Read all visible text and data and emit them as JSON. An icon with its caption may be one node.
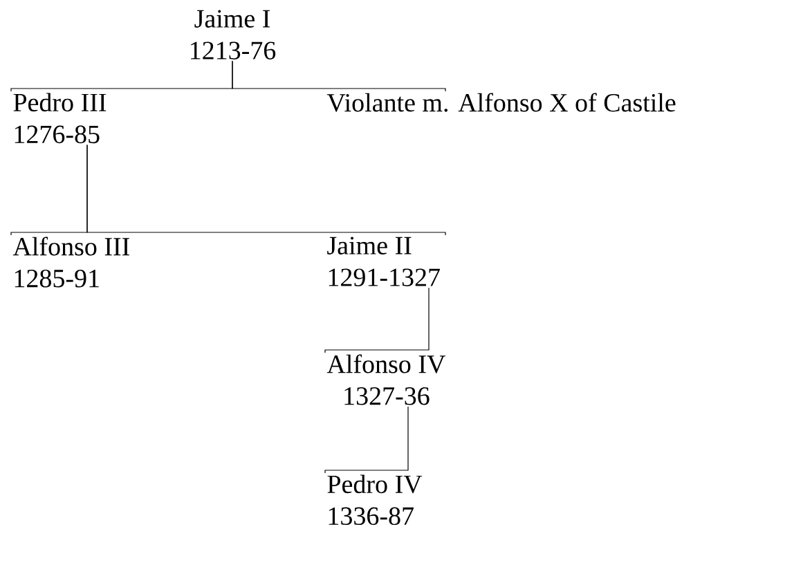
{
  "diagram": {
    "nodes": [
      {
        "text": [
          "Jaime I",
          "1213-76"
        ]
      },
      {
        "text": [
          "Pedro III",
          "1276-85"
        ]
      },
      {
        "text": [
          "Violante m. Alfonso X of Castile"
        ]
      },
      {
        "text": [
          "Alfonso III",
          "1285-91"
        ]
      },
      {
        "text": [
          "Jaime II",
          "1291-1327"
        ]
      },
      {
        "text": [
          "Alfonso IV",
          "1327-36"
        ]
      },
      {
        "text": [
          "Pedro IV",
          "1336-87"
        ]
      }
    ],
    "edges": [
      {
        "from": 0,
        "to": 1,
        "arrow": "none"
      },
      {
        "from": 0,
        "to": 2,
        "arrow": "none"
      },
      {
        "from": 1,
        "to": 3,
        "arrow": "none"
      },
      {
        "from": 1,
        "to": 4,
        "arrow": "none"
      },
      {
        "from": 4,
        "to": 5,
        "arrow": "none"
      },
      {
        "from": 5,
        "to": 6,
        "arrow": "none"
      }
    ]
  }
}
